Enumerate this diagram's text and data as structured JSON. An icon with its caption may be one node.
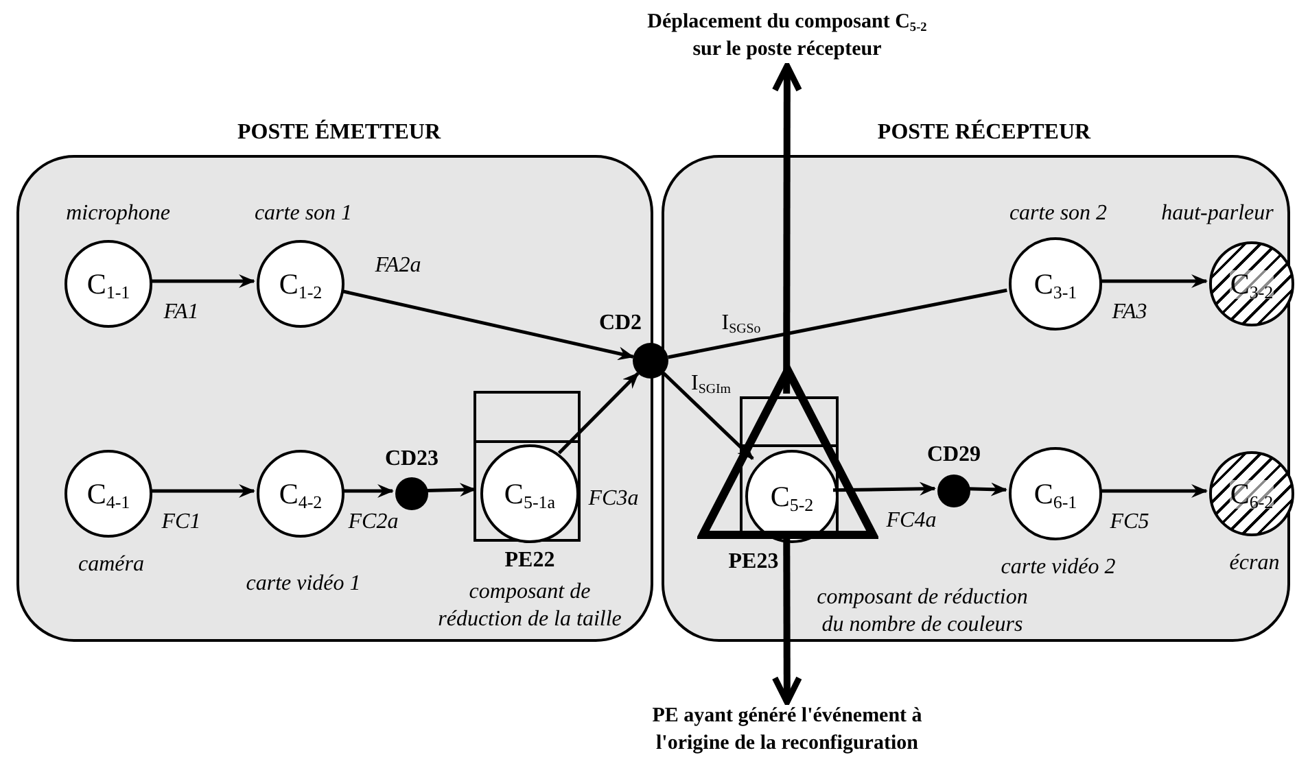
{
  "diagram": {
    "nodes": [
      {
        "text": [
          "POSTE ÉMETTEUR"
        ]
      },
      {
        "text": [
          "POSTE RÉCEPTEUR"
        ]
      },
      {
        "text": [
          "C$_{1-1}$"
        ],
        "in": 0,
        "beside": [
          "microphone"
        ]
      },
      {
        "text": [
          "C$_{1-2}$"
        ],
        "in": 0,
        "beside": [
          "carte son 1"
        ]
      },
      {
        "text": [
          "C$_{4-1}$"
        ],
        "in": 0,
        "beside": [
          "caméra"
        ]
      },
      {
        "text": [
          "C$_{4-2}$"
        ],
        "in": 0,
        "beside": [
          "carte vidéo 1"
        ]
      },
      {
        "text": [],
        "shape": "circle",
        "in": 0,
        "beside": [
          "CD23"
        ]
      },
      {
        "text": [
          "PE22"
        ],
        "in": 0,
        "beside": [
          "composant de réduction de la taille"
        ]
      },
      {
        "text": [
          "C$_{5-1a}$"
        ],
        "in": 7
      },
      {
        "text": [],
        "shape": "circle",
        "beside": [
          "CD2"
        ]
      },
      {
        "text": [
          "C$_{3-1}$"
        ],
        "in": 1,
        "beside": [
          "carte son 2"
        ]
      },
      {
        "text": [
          "C$_{3-2}$"
        ],
        "in": 1,
        "beside": [
          "haut-parleur"
        ]
      },
      {
        "text": [
          "PE23"
        ],
        "in": 1,
        "beside": [
          "composant de réduction du nombre de couleurs"
        ]
      },
      {
        "text": [
          "C$_{5-2}$"
        ],
        "in": 12
      },
      {
        "text": [],
        "shape": "circle",
        "in": 1,
        "beside": [
          "CD29"
        ]
      },
      {
        "text": [
          "C$_{6-1}$"
        ],
        "in": 1,
        "beside": [
          "carte vidéo 2"
        ]
      },
      {
        "text": [
          "C$_{6-2}$"
        ],
        "in": 1,
        "beside": [
          "écran"
        ]
      },
      {
        "text": [
          "Déplacement du composant C$_{5-2}$ sur le poste récepteur"
        ]
      },
      {
        "text": [
          "PE ayant généré l'événement à l'origine de la reconfiguration"
        ]
      }
    ],
    "edges": [
      {
        "from": 2,
        "to": 3,
        "arrow": "to",
        "label": "FA1"
      },
      {
        "from": 3,
        "to": 9,
        "arrow": "to",
        "label": "FA2a"
      },
      {
        "from": 4,
        "to": 5,
        "arrow": "to",
        "label": "FC1"
      },
      {
        "from": 5,
        "to": 6,
        "arrow": "to",
        "label": "FC2a"
      },
      {
        "from": 6,
        "to": 8,
        "arrow": "to"
      },
      {
        "from": 8,
        "to": 9,
        "arrow": "to",
        "label": "FC3a"
      },
      {
        "from": 9,
        "to": 10,
        "arrow": "none",
        "label": "I$_{SGSo}$"
      },
      {
        "from": 9,
        "to": 13,
        "arrow": "to",
        "label": "I$_{SGIm}$"
      },
      {
        "from": 13,
        "to": 14,
        "arrow": "to",
        "label": "FC4a"
      },
      {
        "from": 14,
        "to": 15,
        "arrow": "to"
      },
      {
        "from": 10,
        "to": 11,
        "arrow": "to",
        "label": "FA3"
      },
      {
        "from": 15,
        "to": 16,
        "arrow": "to",
        "label": "FC5"
      },
      {
        "from": 12,
        "to": 17,
        "arrow": "to",
        "style": "thick"
      },
      {
        "from": 12,
        "to": 18,
        "arrow": "to",
        "style": "thick"
      }
    ]
  }
}
